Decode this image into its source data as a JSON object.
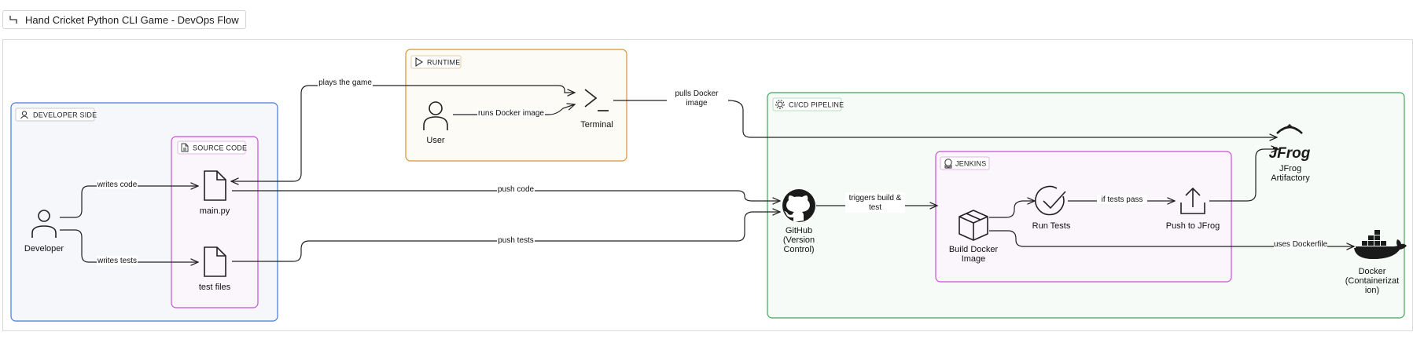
{
  "title": "Hand Cricket Python CLI Game - DevOps Flow",
  "groups": {
    "developer": "DEVELOPER SIDE",
    "source": "SOURCE CODE",
    "runtime": "RUNTIME",
    "cicd": "CI/CD PIPELINE",
    "jenkins": "JENKINS"
  },
  "nodes": {
    "developer": "Developer",
    "main_py": "main.py",
    "test_files": "test files",
    "user": "User",
    "terminal": "Terminal",
    "github": [
      "GitHub",
      "(Version",
      "Control)"
    ],
    "build": [
      "Build Docker",
      "Image"
    ],
    "run_tests": "Run Tests",
    "push_jfrog": "Push to JFrog",
    "jfrog": [
      "JFrog",
      "Artifactory"
    ],
    "docker": [
      "Docker",
      "(Containerizat",
      "ion)"
    ]
  },
  "edges": {
    "writes_code": "writes code",
    "writes_tests": "writes tests",
    "plays_game": "plays the game",
    "runs_docker": "runs Docker image",
    "pulls_docker": [
      "pulls Docker",
      "image"
    ],
    "push_code": "push code",
    "push_tests": "push tests",
    "triggers": [
      "triggers build &",
      "test"
    ],
    "if_pass": "if tests pass",
    "uses_dockerfile": "uses Dockerfile"
  },
  "colors": {
    "developer": "#4a78d6",
    "source": "#c84fd8",
    "runtime": "#d9922e",
    "cicd": "#3fa55b",
    "jenkins": "#c84fd8"
  },
  "icons": {
    "title": "flow-icon",
    "developer_group": "user-icon",
    "source_group": "file-icon",
    "runtime_group": "play-icon",
    "cicd_group": "gear-icon",
    "jenkins_group": "jenkins-icon"
  }
}
